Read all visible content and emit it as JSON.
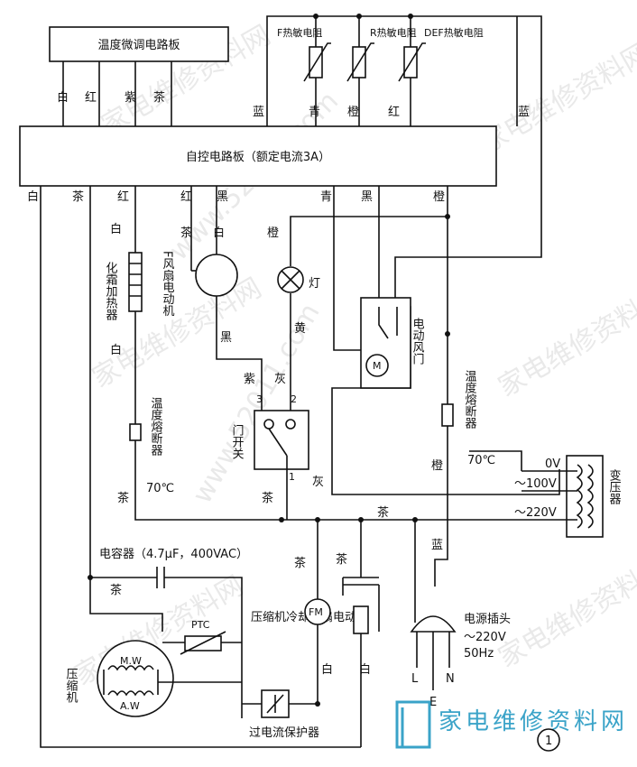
{
  "boards": {
    "fine_tune": "温度微调电路板",
    "main": "自控电路板（额定电流3A）"
  },
  "thermistors": {
    "f": "F热敏电阻",
    "r": "R热敏电阻",
    "def": "DEF热敏电阻"
  },
  "top_wires": {
    "white": "白",
    "red": "红",
    "purple": "紫",
    "brown": "茶",
    "blue_left": "蓝",
    "cyan": "青",
    "orange": "橙",
    "red2": "红",
    "blue_right": "蓝"
  },
  "bottom_wires": {
    "white": "白",
    "brown": "茶",
    "red1": "红",
    "red2": "红",
    "black1": "黑",
    "cyan": "青",
    "black2": "黑",
    "orange": "橙"
  },
  "components": {
    "defrost_heater": "化霜加热器",
    "defrost_heater_top": "白",
    "defrost_heater_bottom": "白",
    "fuse_left": "温度熔断器",
    "fuse_left_rating": "70℃",
    "fan_motor": "F风扇电动机",
    "fan_brown": "茶",
    "fan_white": "白",
    "fan_black": "黑",
    "lamp": "灯",
    "lamp_orange": "橙",
    "lamp_yellow": "黄",
    "door_switch": "门开关",
    "switch_purple": "紫",
    "switch_gray": "灰",
    "pin_3": "3",
    "pin_2": "2",
    "pin_1": "1",
    "motor_symbol": "M",
    "damper": "电动风门",
    "fuse_right": "温度熔断器",
    "fuse_right_rating": "70℃",
    "fuse_right_orange": "橙",
    "gray_wire": "灰",
    "transformer": "变压器",
    "tap_0v": "0V",
    "tap_100v": "～100V",
    "tap_220v": "～220V",
    "brown_left": "茶",
    "brown_switch": "茶",
    "brown_mid": "茶",
    "capacitor": "电容器（4.7μF，400VAC）",
    "cap_brown": "茶",
    "fm_symbol": "FM",
    "fm_brown": "茶",
    "fm_white": "白",
    "cap2_brown": "茶",
    "cap2_white": "白",
    "blue_plug": "蓝",
    "ptc": "PTC",
    "cooling_fan": "压缩机冷却风扇电动机",
    "compressor": "压缩机",
    "mw": "M.W",
    "aw": "A.W",
    "overload": "过电流保护器",
    "plug": "电源插头",
    "plug_voltage": "～220V",
    "plug_freq": "50Hz",
    "plug_l": "L",
    "plug_n": "N",
    "plug_e": "E",
    "figure_no": "1"
  },
  "watermark": {
    "site": "家电维修资料网",
    "url": "www.52011.com"
  }
}
